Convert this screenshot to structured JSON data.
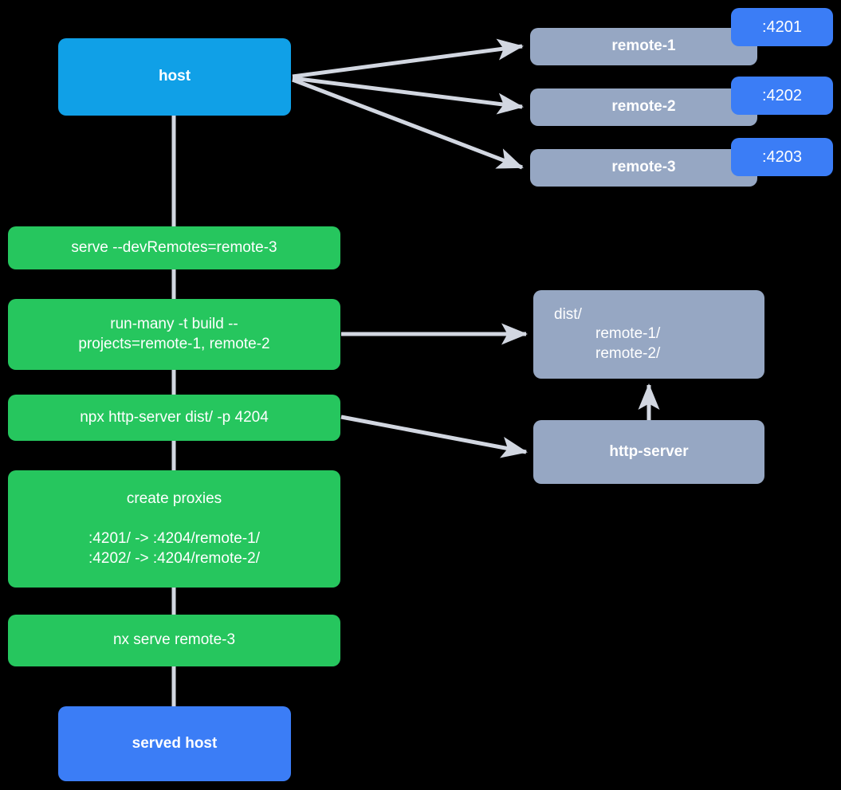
{
  "diagram": {
    "title": "Nx module federation host and remotes serve flow",
    "background": "#000000",
    "colors": {
      "host_blue": "#10a0e7",
      "served_host_blue": "#3b7df6",
      "port_badge_blue": "#3b7df6",
      "remote_gray": "#96a7c3",
      "command_green": "#26c65e",
      "connector_gray": "#d2d7e1",
      "text_white": "#ffffff"
    },
    "nodes": {
      "host": {
        "label": "host"
      },
      "served_host": {
        "label": "served host"
      },
      "remotes": [
        {
          "label": "remote-1",
          "port": ":4201"
        },
        {
          "label": "remote-2",
          "port": ":4202"
        },
        {
          "label": "remote-3",
          "port": ":4203"
        }
      ],
      "dist": {
        "line1": "dist/",
        "line2": "remote-1/",
        "line3": "remote-2/"
      },
      "http_server": {
        "label": "http-server"
      },
      "commands": [
        {
          "id": "serve-dev-remotes",
          "label": "serve --devRemotes=remote-3"
        },
        {
          "id": "run-many-build",
          "label": "run-many -t build --\nprojects=remote-1, remote-2"
        },
        {
          "id": "npx-http-server",
          "label": "npx http-server dist/ -p 4204"
        },
        {
          "id": "create-proxies",
          "label": "create proxies",
          "proxy_line_1": ":4201/ -> :4204/remote-1/",
          "proxy_line_2": ":4202/ -> :4204/remote-2/"
        },
        {
          "id": "nx-serve-remote-3",
          "label": "nx serve remote-3"
        }
      ]
    },
    "edges": [
      {
        "from": "host",
        "to": "remote-1",
        "kind": "arrow"
      },
      {
        "from": "host",
        "to": "remote-2",
        "kind": "arrow"
      },
      {
        "from": "host",
        "to": "remote-3",
        "kind": "arrow"
      },
      {
        "from": "host",
        "to": "serve-dev-remotes",
        "kind": "line"
      },
      {
        "from": "serve-dev-remotes",
        "to": "run-many-build",
        "kind": "line"
      },
      {
        "from": "run-many-build",
        "to": "dist",
        "kind": "arrow"
      },
      {
        "from": "run-many-build",
        "to": "npx-http-server",
        "kind": "line"
      },
      {
        "from": "npx-http-server",
        "to": "http-server",
        "kind": "arrow"
      },
      {
        "from": "http-server",
        "to": "dist",
        "kind": "arrow"
      },
      {
        "from": "npx-http-server",
        "to": "create-proxies",
        "kind": "line"
      },
      {
        "from": "create-proxies",
        "to": "nx-serve-remote-3",
        "kind": "line"
      },
      {
        "from": "nx-serve-remote-3",
        "to": "served_host",
        "kind": "line"
      }
    ]
  }
}
